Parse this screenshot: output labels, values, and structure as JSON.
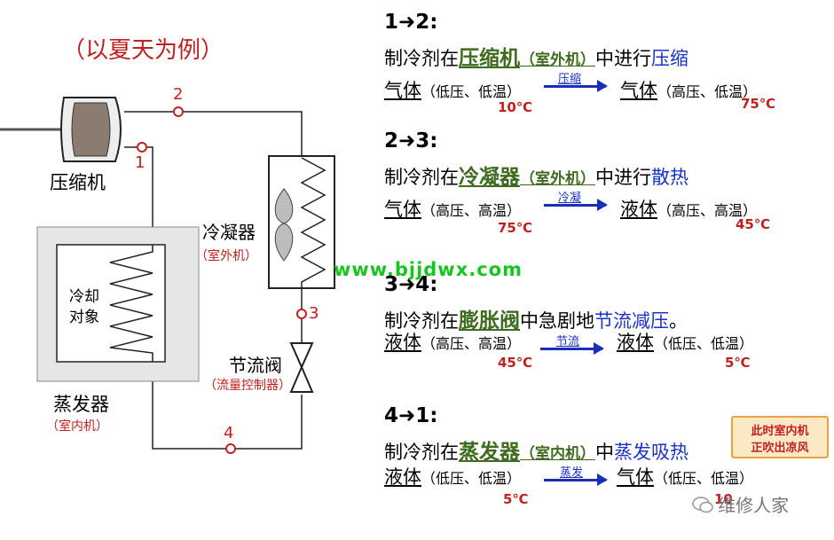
{
  "example_note": "（以夏天为例）",
  "components": {
    "compressor": "压缩机",
    "condenser": "冷凝器",
    "condenser_sub": "（室外机）",
    "valve": "节流阀",
    "valve_sub": "（流量控制器）",
    "evaporator": "蒸发器",
    "evaporator_sub": "（室内机）",
    "cooled_object_1": "冷却",
    "cooled_object_2": "对象"
  },
  "points": [
    "1",
    "2",
    "3",
    "4"
  ],
  "watermark": "www.bjjdwx.com",
  "steps": [
    {
      "title": "1➜2:",
      "prefix": "制冷剂在",
      "component": "压缩机",
      "component_sub": "（室外机）",
      "mid": "中进行",
      "action": "压缩",
      "from_state": "气体",
      "from_cond": "（低压、低温）",
      "arrow_label": "压缩",
      "to_state": "气体",
      "to_cond": "（高压、低温）",
      "from_temp": "10℃",
      "to_temp": "75℃"
    },
    {
      "title": "2➜3:",
      "prefix": "制冷剂在",
      "component": "冷凝器",
      "component_sub": "（室外机）",
      "mid": "中进行",
      "action": "散热",
      "from_state": "气体",
      "from_cond": "（高压、高温）",
      "arrow_label": "冷凝",
      "to_state": "液体",
      "to_cond": "（高压、高温）",
      "from_temp": "75℃",
      "to_temp": "45℃"
    },
    {
      "title": "3➜4:",
      "prefix": "制冷剂在",
      "component": "膨胀阀",
      "component_sub": "",
      "mid": "中急剧地",
      "action": "节流减压",
      "suffix": "。",
      "from_state": "液体",
      "from_cond": "（高压、高温）",
      "arrow_label": "节流",
      "to_state": "液体",
      "to_cond": "（低压、低温）",
      "from_temp": "45℃",
      "to_temp": "5℃"
    },
    {
      "title": "4➜1:",
      "prefix": "制冷剂在",
      "component": "蒸发器",
      "component_sub": "（室内机）",
      "mid": "中",
      "action": "蒸发吸热",
      "from_state": "液体",
      "from_cond": "（低压、低温）",
      "arrow_label": "蒸发",
      "to_state": "气体",
      "to_cond": "（低压、低温）",
      "from_temp": "5℃",
      "to_temp": "10"
    }
  ],
  "notice": {
    "line1": "此时室内机",
    "line2": "正吹出凉风"
  },
  "logo_text": "维修人家",
  "colors": {
    "red": "#c0211f",
    "blue": "#1a33c9",
    "green": "#3f6b1f",
    "watermark": "#18c41f",
    "notice_bg": "#fbe9c6",
    "notice_border": "#e9a340"
  }
}
